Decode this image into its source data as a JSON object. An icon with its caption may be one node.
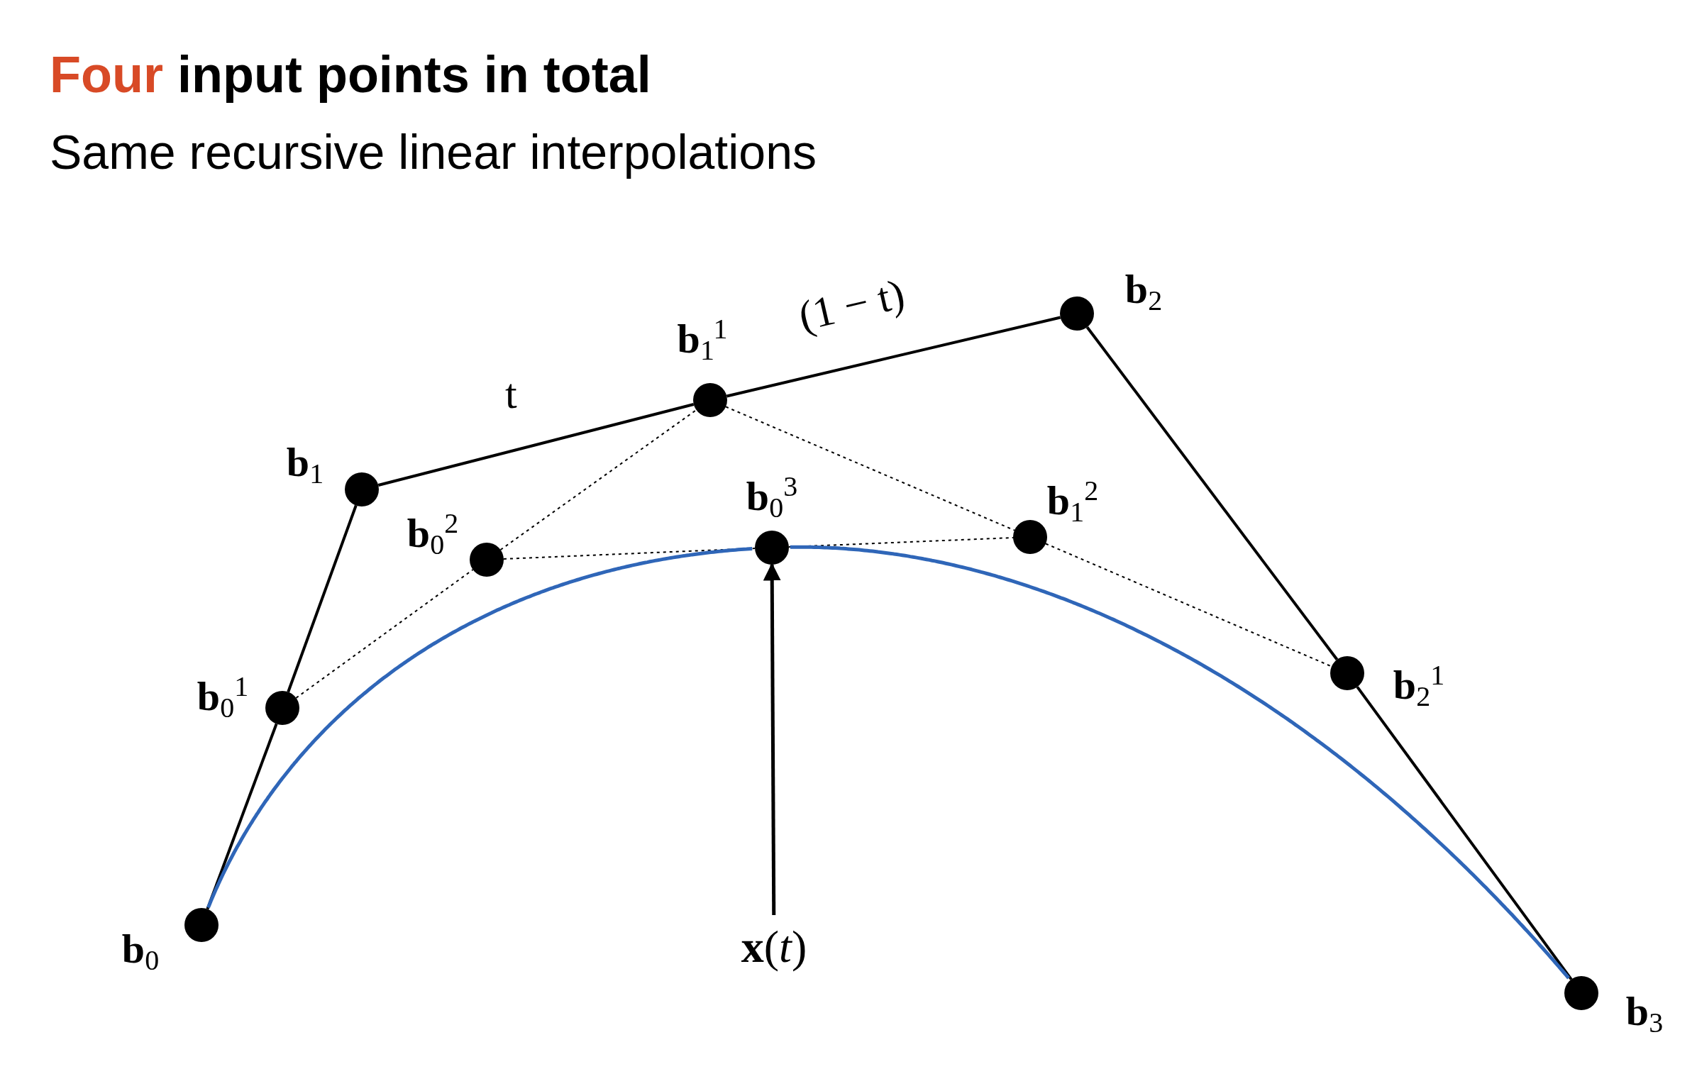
{
  "diagram": {
    "title": "Four input points in total",
    "nodes": [
      {
        "text": [],
        "shape": "circle",
        "beside": [
          "**b**$_{0}$"
        ]
      },
      {
        "text": [],
        "shape": "circle",
        "beside": [
          "**b**$_{1}$"
        ]
      },
      {
        "text": [],
        "shape": "circle",
        "beside": [
          "**b**$_{2}$"
        ]
      },
      {
        "text": [],
        "shape": "circle",
        "beside": [
          "**b**$_{3}$"
        ]
      },
      {
        "text": [],
        "shape": "circle",
        "beside": [
          "**b**$_{0}$$^{1}$"
        ]
      },
      {
        "text": [],
        "shape": "circle",
        "beside": [
          "**b**$_{1}$$^{1}$"
        ]
      },
      {
        "text": [],
        "shape": "circle",
        "beside": [
          "**b**$_{2}$$^{1}$"
        ]
      },
      {
        "text": [],
        "shape": "circle",
        "beside": [
          "**b**$_{0}$$^{2}$"
        ]
      },
      {
        "text": [],
        "shape": "circle",
        "beside": [
          "**b**$_{1}$$^{2}$"
        ]
      },
      {
        "text": [],
        "shape": "circle",
        "beside": [
          "**b**$_{0}$$^{3}$"
        ]
      },
      {
        "text": [
          "**x**(*t*)"
        ]
      }
    ],
    "edges": [
      {
        "from": 0,
        "to": 4,
        "arrow": "none"
      },
      {
        "from": 4,
        "to": 1,
        "arrow": "none"
      },
      {
        "from": 1,
        "to": 5,
        "arrow": "none",
        "label": "t"
      },
      {
        "from": 5,
        "to": 2,
        "arrow": "none",
        "label": "(1 − t)"
      },
      {
        "from": 2,
        "to": 6,
        "arrow": "none"
      },
      {
        "from": 6,
        "to": 3,
        "arrow": "none"
      },
      {
        "from": 4,
        "to": 7,
        "arrow": "none",
        "style": "dashed"
      },
      {
        "from": 7,
        "to": 5,
        "arrow": "none",
        "style": "dashed"
      },
      {
        "from": 5,
        "to": 8,
        "arrow": "none",
        "style": "dashed"
      },
      {
        "from": 8,
        "to": 6,
        "arrow": "none",
        "style": "dashed"
      },
      {
        "from": 7,
        "to": 9,
        "arrow": "none",
        "style": "dashed"
      },
      {
        "from": 9,
        "to": 8,
        "arrow": "none",
        "style": "dashed"
      },
      {
        "from": 0,
        "to": 9,
        "arrow": "none",
        "color": "#2f66b8"
      },
      {
        "from": 9,
        "to": 3,
        "arrow": "none",
        "color": "#2f66b8"
      },
      {
        "from": 10,
        "to": 9,
        "arrow": "to"
      }
    ],
    "labels": [
      "Same recursive linear interpolations"
    ]
  }
}
